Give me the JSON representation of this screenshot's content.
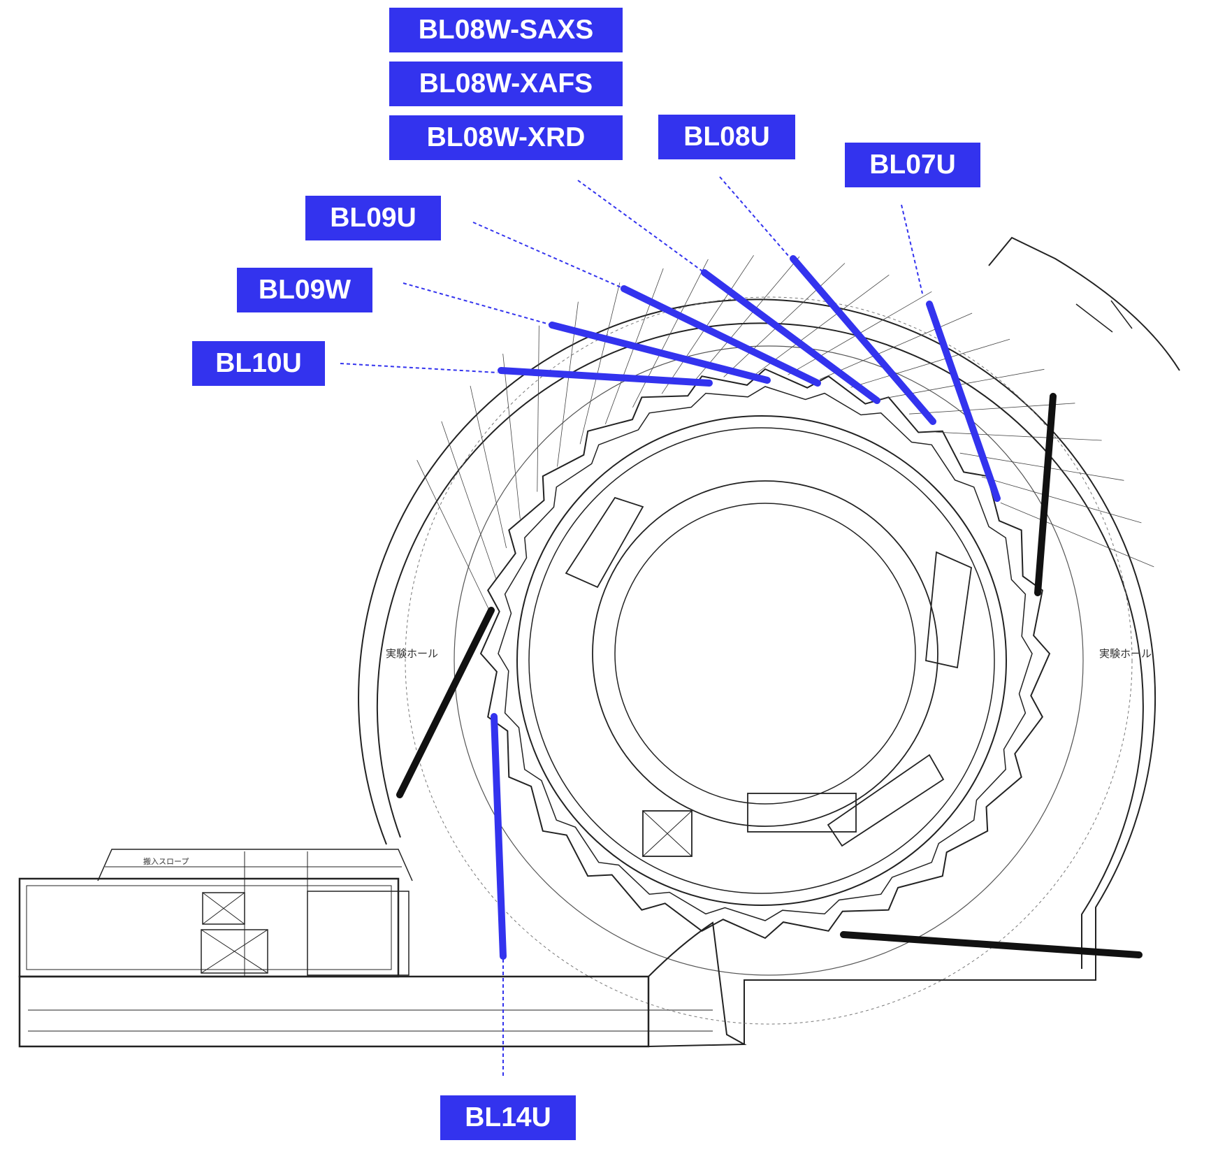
{
  "colors": {
    "label_background": "#3333ee",
    "label_text": "#ffffff",
    "beamline_active": "#3333ee",
    "beamline_future": "#111111",
    "drawing_line": "#222222"
  },
  "beamline_labels": {
    "bl08w_saxs": "BL08W-SAXS",
    "bl08w_xafs": "BL08W-XAFS",
    "bl08w_xrd": "BL08W-XRD",
    "bl08u": "BL08U",
    "bl07u": "BL07U",
    "bl09u": "BL09U",
    "bl09w": "BL09W",
    "bl10u": "BL10U",
    "bl14u": "BL14U"
  },
  "floor_plan": {
    "hall_label_left": "実験ホール",
    "hall_label_right": "実験ホール",
    "slope_label": "搬入スロープ"
  }
}
